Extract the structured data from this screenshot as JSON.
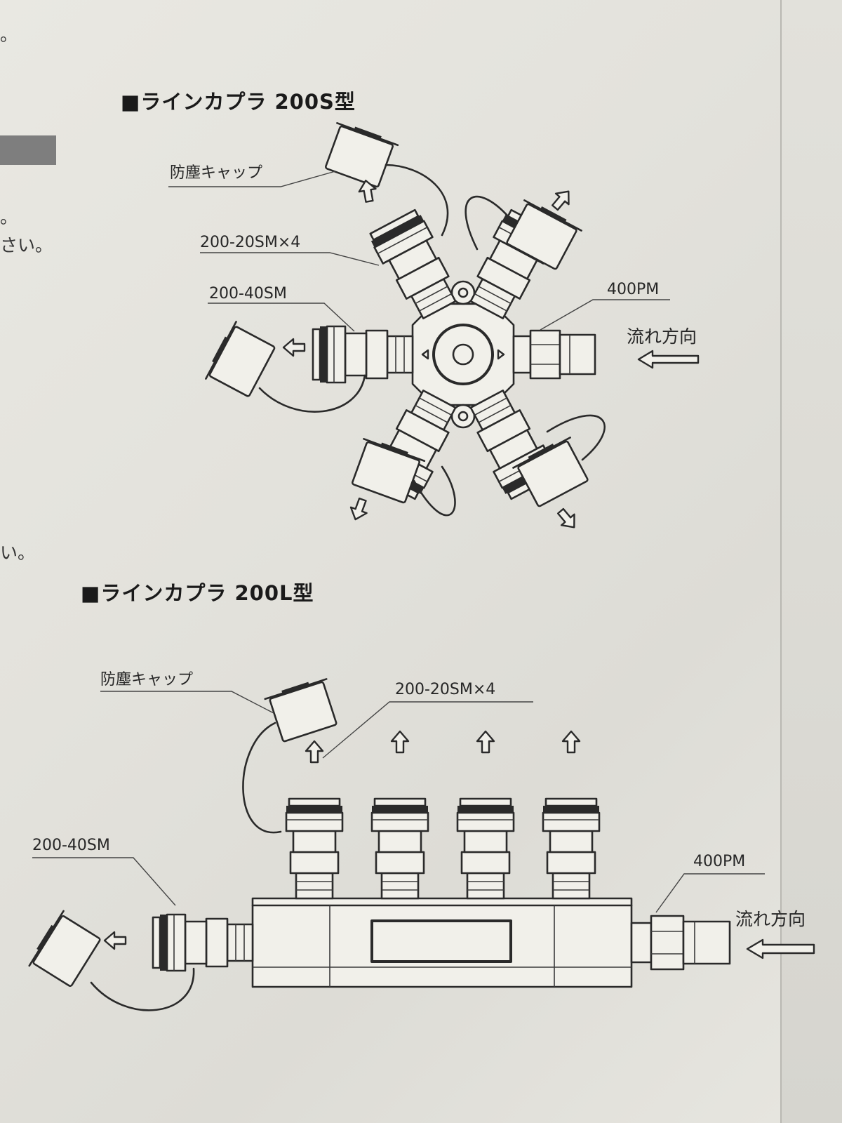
{
  "top_fragment": "。",
  "left_fragment_1": "。",
  "left_fragment_2": "さい。",
  "left_fragment_3": "い。",
  "section_200s": {
    "heading": "■ラインカプラ 200S型",
    "labels": {
      "dust_cap": "防塵キャップ",
      "socket_20": "200-20SM×4",
      "socket_40": "200-40SM",
      "plug": "400PM",
      "flow": "流れ方向"
    }
  },
  "section_200l": {
    "heading": "■ラインカプラ 200L型",
    "labels": {
      "dust_cap": "防塵キャップ",
      "socket_20": "200-20SM×4",
      "socket_40": "200-40SM",
      "plug": "400PM",
      "flow": "流れ方向"
    }
  },
  "colors": {
    "paper": "#e6e5df",
    "ink": "#2a2a2a",
    "gray_bar": "#7e7e7e"
  }
}
